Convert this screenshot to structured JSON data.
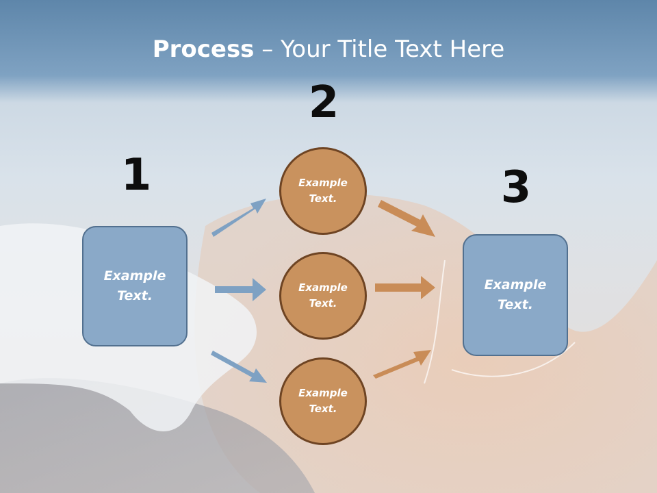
{
  "title": {
    "bold": "Process",
    "rest": " – Your Title Text Here"
  },
  "steps": [
    {
      "number": "1",
      "text": "Example Text."
    },
    {
      "number": "2",
      "items": [
        "Example Text.",
        "Example Text.",
        "Example Text."
      ]
    },
    {
      "number": "3",
      "text": "Example Text."
    }
  ],
  "colors": {
    "box": "#8aa9c8",
    "circle": "#c9925e",
    "blue_arrow": "#7ea1c3",
    "orange_arrow": "#c98c57"
  }
}
